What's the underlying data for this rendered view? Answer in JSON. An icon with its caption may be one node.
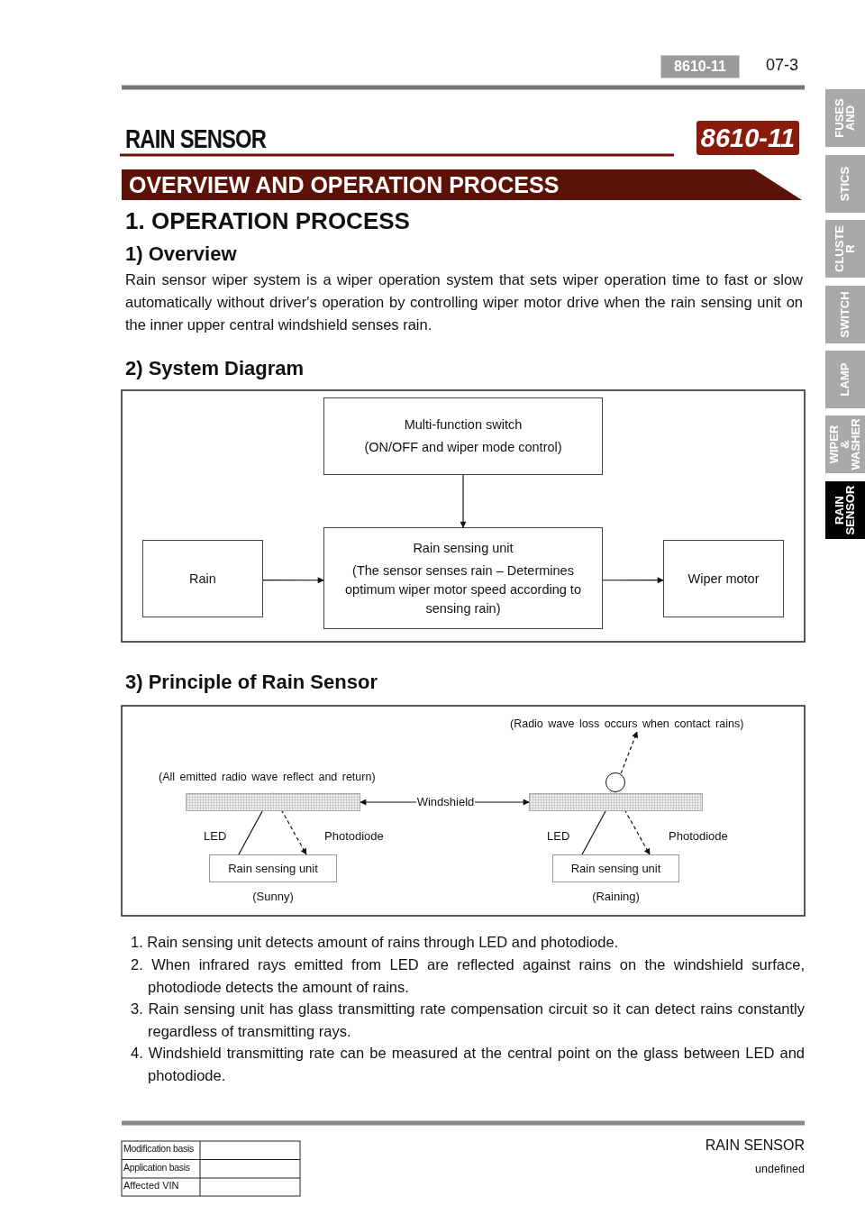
{
  "diagram": {
    "title": "RAIN SENSOR",
    "nodes": [
      {
        "text": [
          "Multi-function switch",
          "(ON/OFF and wiper mode control)"
        ]
      },
      {
        "text": [
          "Rain sensing unit",
          "(The sensor senses rain – Determines optimum wiper motor speed according to sensing rain)"
        ]
      },
      {
        "text": [
          "Rain"
        ]
      },
      {
        "text": [
          "Wiper motor"
        ]
      },
      {
        "text": [],
        "shape": "bar"
      },
      {
        "text": [],
        "shape": "bar"
      },
      {
        "text": [
          "Rain sensing unit"
        ],
        "beside": [
          "(Sunny)"
        ]
      },
      {
        "text": [
          "Rain sensing unit"
        ],
        "beside": [
          "(Raining)"
        ]
      },
      {
        "text": [],
        "shape": "circle"
      },
      {
        "text": [
          "Windshield"
        ]
      },
      {
        "text": [
          "(Radio wave loss occurs when contact rains)"
        ]
      }
    ],
    "edges": [
      {
        "from": 0,
        "to": 1,
        "arrow": "to"
      },
      {
        "from": 2,
        "to": 1,
        "arrow": "to"
      },
      {
        "from": 1,
        "to": 3,
        "arrow": "to"
      },
      {
        "from": 9,
        "to": 4,
        "arrow": "to"
      },
      {
        "from": 9,
        "to": 5,
        "arrow": "to"
      },
      {
        "from": 6,
        "to": 4,
        "arrow": "to"
      },
      {
        "from": 4,
        "to": 6,
        "arrow": "to",
        "style": "dashed"
      },
      {
        "from": 7,
        "to": 5,
        "arrow": "to"
      },
      {
        "from": 5,
        "to": 7,
        "arrow": "to",
        "style": "dashed"
      },
      {
        "from": 8,
        "to": 10,
        "arrow": "to",
        "style": "dashed"
      }
    ],
    "labels": [
      "8610-11",
      "07-3",
      "8610-11",
      "OVERVIEW AND OPERATION PROCESS",
      "1. OPERATION PROCESS",
      "1) Overview",
      "Rain sensor wiper system is a wiper operation system that sets wiper operation time to fast or slow automatically without driver's operation by controlling wiper motor drive when the rain sensing unit on the inner upper central windshield senses rain.",
      "2) System Diagram",
      "3) Principle of Rain Sensor",
      "(All emitted radio wave reflect and return)",
      "LED",
      "Photodiode",
      "LED",
      "Photodiode",
      "1. Rain sensing unit detects amount of rains through LED and photodiode.",
      "2. When infrared rays emitted from LED are reflected against rains on the windshield surface, photodiode detects the amount of rains.",
      "3. Rain sensing unit has glass transmitting rate compensation circuit so it can detect rains constantly regardless of transmitting rays.",
      "4. Windshield transmitting rate can be measured at the central point on the glass between LED and photodiode.",
      "Modification basis",
      "Application basis",
      "Affected VIN",
      "RAIN SENSOR",
      "undefined",
      "FUSES AND",
      "STICS",
      "CLUSTE R",
      "SWITCH",
      "LAMP",
      "WIPER & WASHER",
      "RAIN SENSOR"
    ]
  }
}
